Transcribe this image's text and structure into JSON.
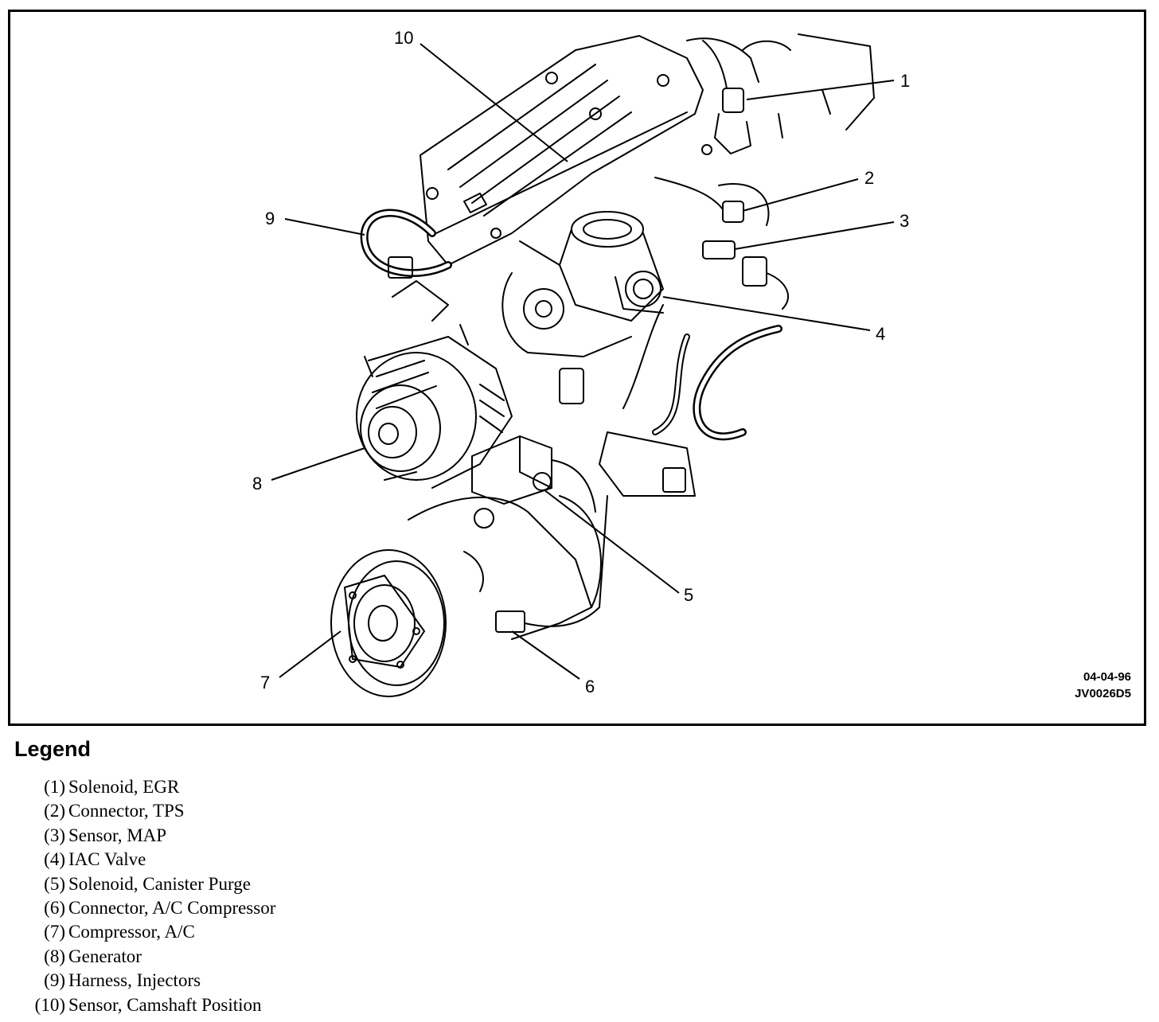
{
  "figure": {
    "date_code": "04-04-96",
    "drawing_code": "JV0026D5",
    "callouts": [
      "1",
      "2",
      "3",
      "4",
      "5",
      "6",
      "7",
      "8",
      "9",
      "10"
    ]
  },
  "legend": {
    "title": "Legend",
    "items": [
      {
        "num": "(1)",
        "label": "Solenoid, EGR"
      },
      {
        "num": "(2)",
        "label": "Connector, TPS"
      },
      {
        "num": "(3)",
        "label": "Sensor, MAP"
      },
      {
        "num": "(4)",
        "label": "IAC Valve"
      },
      {
        "num": "(5)",
        "label": "Solenoid, Canister Purge"
      },
      {
        "num": "(6)",
        "label": "Connector, A/C Compressor"
      },
      {
        "num": "(7)",
        "label": "Compressor, A/C"
      },
      {
        "num": "(8)",
        "label": "Generator"
      },
      {
        "num": "(9)",
        "label": "Harness, Injectors"
      },
      {
        "num": "(10)",
        "label": "Sensor, Camshaft Position"
      }
    ]
  }
}
